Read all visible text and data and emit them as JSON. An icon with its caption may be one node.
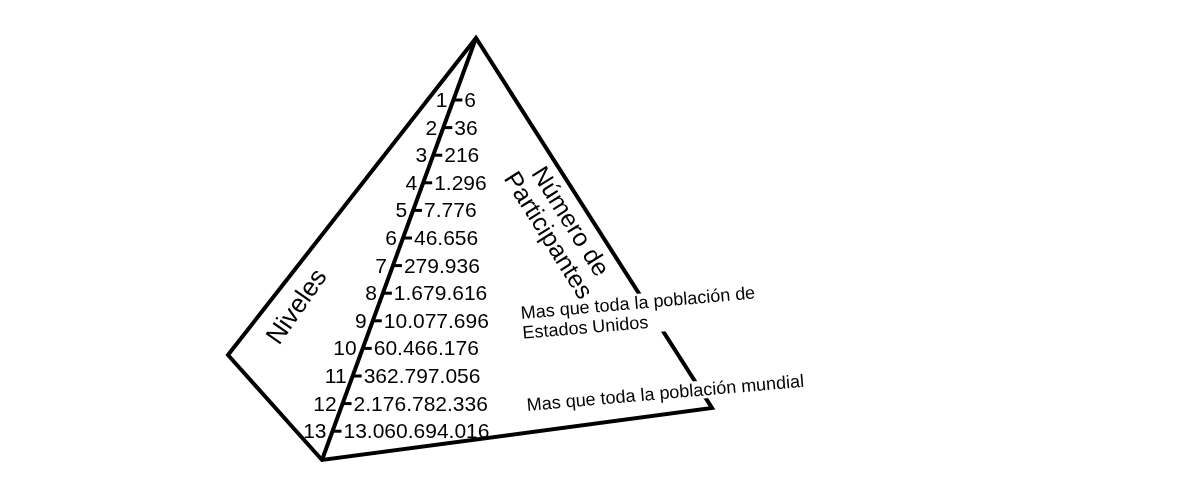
{
  "diagram": {
    "labels": [
      "Niveles",
      "Número de Participantes",
      "1",
      "6",
      "2",
      "36",
      "3",
      "216",
      "4",
      "1.296",
      "5",
      "7.776",
      "6",
      "46.656",
      "7",
      "279.936",
      "8",
      "1.679.616",
      "9",
      "10.077.696",
      "10",
      "60.466.176",
      "11",
      "362.797.056",
      "12",
      "2.176.782.336",
      "13",
      "13.060.694.016",
      "Mas que toda la población de Estados Unidos",
      "Mas que toda la población mundial"
    ]
  }
}
